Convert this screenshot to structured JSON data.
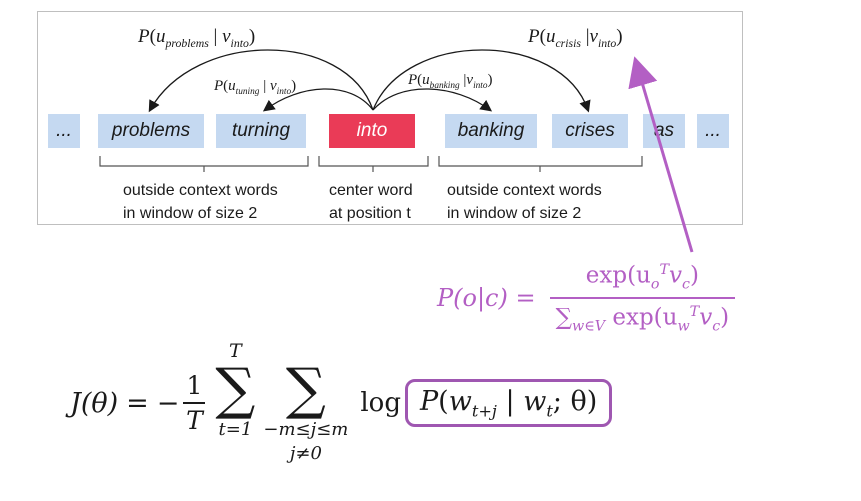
{
  "words": [
    {
      "text": "...",
      "center": false
    },
    {
      "text": "problems",
      "center": false
    },
    {
      "text": "turning",
      "center": false
    },
    {
      "text": "into",
      "center": true
    },
    {
      "text": "banking",
      "center": false
    },
    {
      "text": "crises",
      "center": false
    },
    {
      "text": "as",
      "center": false
    },
    {
      "text": "...",
      "center": false
    }
  ],
  "arc_labels": {
    "problems": {
      "word": "problems",
      "cond": "into"
    },
    "tuning": {
      "word": "tuning",
      "cond": "into"
    },
    "banking": {
      "word": "banking",
      "cond": "into"
    },
    "crisis": {
      "word": "crisis",
      "cond": "into"
    }
  },
  "captions": {
    "left": [
      "outside context words",
      "in window of size 2"
    ],
    "center": [
      "center word",
      "at position t"
    ],
    "right": [
      "outside context words",
      "in window of size 2"
    ]
  },
  "softmax": {
    "lhs": "P(o|c) =",
    "numerator": "exp(u",
    "numerator_sub": "o",
    "numerator_sup": "T",
    "numerator_end": "v",
    "numerator_end_sub": "c",
    "denominator_sum": "∑",
    "denominator_sum_sub": "w∈V",
    "denominator_exp": " exp(u",
    "denominator_sub": "w",
    "denominator_sup": "T",
    "denominator_end": "v",
    "denominator_end_sub": "c"
  },
  "objective": {
    "lhs": "J(θ)",
    "equals": "=",
    "minus": "−",
    "frac_num": "1",
    "frac_den": "T",
    "sum1_top": "T",
    "sum1_bottom": "t=1",
    "sum2_bottom": "−m≤j≤m",
    "sum2_bottom2": "j≠0",
    "log": "log",
    "prob": "P",
    "w1": "w",
    "w1_sub": "t+j",
    "bar": "|",
    "w2": "w",
    "w2_sub": "t",
    "theta": "; θ"
  },
  "colors": {
    "context_word": "#c5d9f1",
    "center_word": "#ea3b57",
    "annotation": "#b35fc4"
  }
}
